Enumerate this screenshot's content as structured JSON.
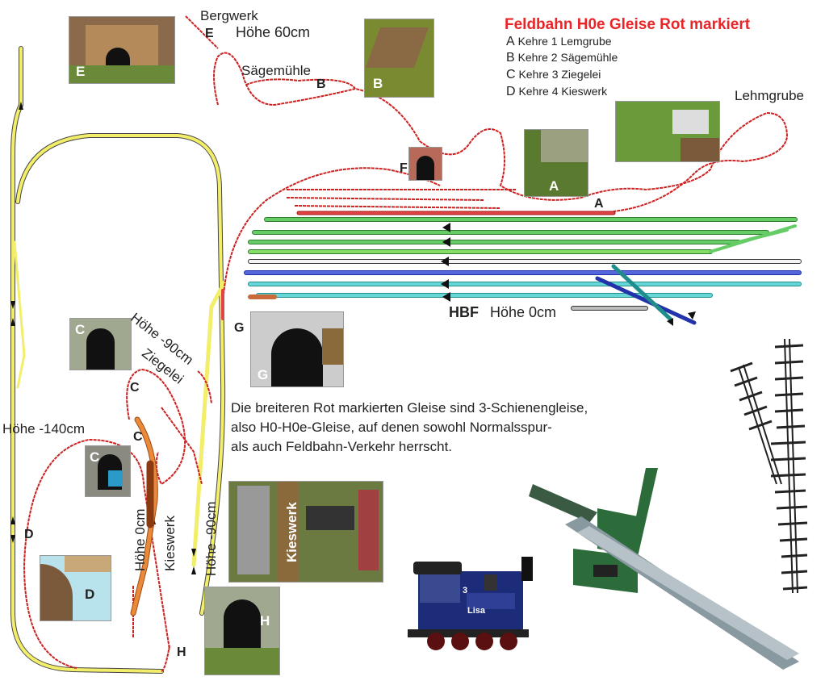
{
  "legend": {
    "title": "Feldbahn H0e Gleise Rot markiert",
    "items": [
      {
        "key": "A",
        "text": "Kehre 1 Lemgrube"
      },
      {
        "key": "B",
        "text": "Kehre 2 Sägemühle"
      },
      {
        "key": "C",
        "text": "Kehre 3 Ziegelei"
      },
      {
        "key": "D",
        "text": "Kehre 4 Kieswerk"
      }
    ]
  },
  "place_labels": {
    "bergwerk": "Bergwerk",
    "hoehe_60": "Höhe 60cm",
    "saegemuehle": "Sägemühle",
    "lehmgrube": "Lehmgrube",
    "hoehe_minus_90_a": "Höhe -90cm",
    "ziegelei": "Ziegelei",
    "hoehe_minus_140": "Höhe -140cm",
    "hoehe_0_left": "Höhe 0cm",
    "kieswerk": "Kieswerk",
    "hoehe_minus_90_b": "Höhe -90cm",
    "hbf": "HBF",
    "hoehe_0_hbf": "Höhe 0cm"
  },
  "point_labels": [
    "E",
    "B",
    "F",
    "A",
    "G",
    "C",
    "C",
    "D",
    "H"
  ],
  "thumbnail_labels": {
    "E": "E",
    "B": "B",
    "A": "A",
    "F": "F",
    "C1": "C",
    "G": "G",
    "C2": "C",
    "D": "D",
    "kieswerk": "Kieswerk",
    "H": "H"
  },
  "note": {
    "line1": "Die breiteren Rot markierten Gleise sind 3-Schienengleise,",
    "line2": "also H0-H0e-Gleise, auf denen sowohl Normalsspur-",
    "line3": "als auch Feldbahn-Verkehr herrscht."
  },
  "loco_name": "Lisa",
  "loco_number": "3",
  "colors": {
    "red_track": "#cc2222",
    "yellow_track": "#f2ee6a",
    "green_track": "#55bb55",
    "cyan_track": "#55cccc",
    "blue_track": "#4455cc",
    "orange_track": "#e88a3a",
    "title_red": "#e8262a"
  }
}
